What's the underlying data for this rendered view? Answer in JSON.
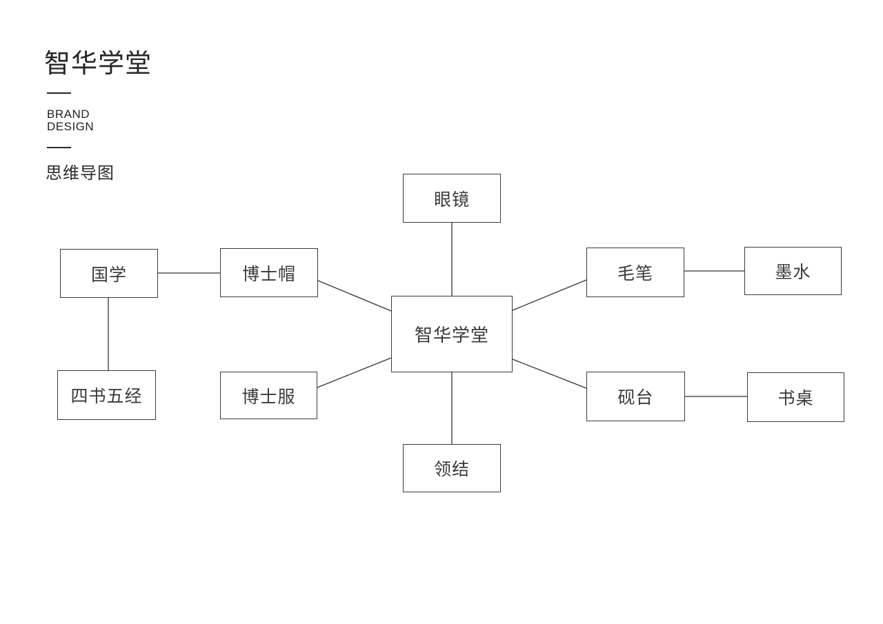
{
  "page": {
    "background_color": "#ffffff",
    "line_color": "#333333",
    "border_color": "#3a3a3a",
    "text_color": "#3a3a3a"
  },
  "header": {
    "title": "智华学堂",
    "brand_line1": "BRAND",
    "brand_line2": "DESIGN",
    "section_label": "思维导图"
  },
  "mindmap": {
    "center": {
      "label": "智华学堂"
    },
    "nodes": {
      "glasses": {
        "label": "眼镜"
      },
      "cap": {
        "label": "博士帽"
      },
      "guoxue": {
        "label": "国学"
      },
      "classics": {
        "label": "四书五经"
      },
      "gown": {
        "label": "博士服"
      },
      "bowtie": {
        "label": "领结"
      },
      "brush": {
        "label": "毛笔"
      },
      "ink": {
        "label": "墨水"
      },
      "inkstone": {
        "label": "砚台"
      },
      "desk": {
        "label": "书桌"
      }
    }
  }
}
